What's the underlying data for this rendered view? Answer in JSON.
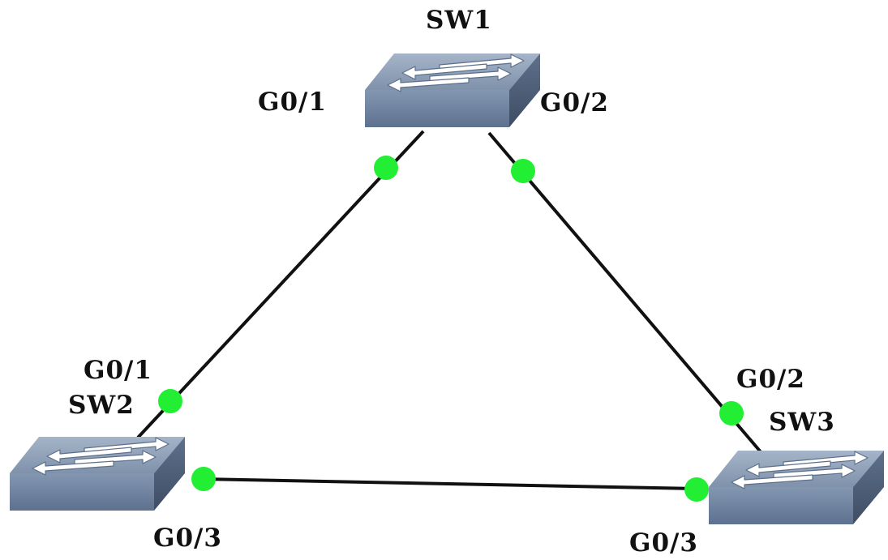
{
  "devices": [
    {
      "id": "sw1",
      "name": "SW1",
      "type": "switch"
    },
    {
      "id": "sw2",
      "name": "SW2",
      "type": "switch"
    },
    {
      "id": "sw3",
      "name": "SW3",
      "type": "switch"
    }
  ],
  "links": [
    {
      "from": "sw1",
      "from_port": "G0/1",
      "to": "sw2",
      "to_port": "G0/1",
      "status": "up"
    },
    {
      "from": "sw1",
      "from_port": "G0/2",
      "to": "sw3",
      "to_port": "G0/2",
      "status": "up"
    },
    {
      "from": "sw2",
      "from_port": "G0/3",
      "to": "sw3",
      "to_port": "G0/3",
      "status": "up"
    }
  ],
  "ports": {
    "sw1_g01": "G0/1",
    "sw1_g02": "G0/2",
    "sw2_g01": "G0/1",
    "sw2_g03": "G0/3",
    "sw3_g02": "G0/2",
    "sw3_g03": "G0/3"
  },
  "colors": {
    "link": "#111111",
    "port_up": "#22ee33",
    "switch_top": "#8e9fb6",
    "switch_front": "#6f849f",
    "switch_side": "#4f6079"
  }
}
